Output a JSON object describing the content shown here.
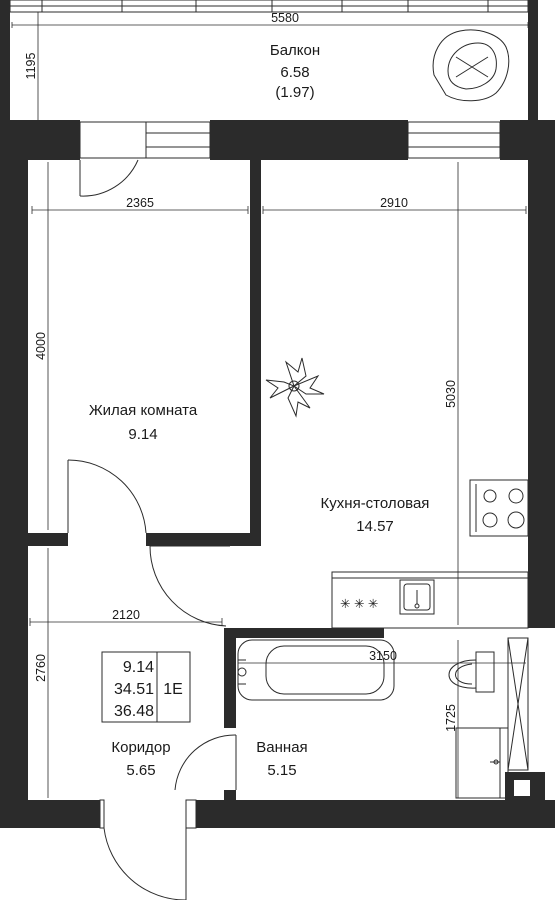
{
  "rooms": {
    "balcony": {
      "name": "Балкон",
      "area": "6.58",
      "area_sub": "(1.97)"
    },
    "living": {
      "name": "Жилая комната",
      "area": "9.14"
    },
    "kitchen": {
      "name": "Кухня-столовая",
      "area": "14.57"
    },
    "corridor": {
      "name": "Коридор",
      "area": "5.65"
    },
    "bath": {
      "name": "Ванная",
      "area": "5.15"
    }
  },
  "dimensions": {
    "balcony_width": "5580",
    "balcony_depth": "1195",
    "living_width": "2365",
    "living_height": "4000",
    "kitchen_width": "2910",
    "kitchen_height": "5030",
    "corridor_width": "2120",
    "corridor_height": "2760",
    "bath_width": "3150",
    "bath_height": "1725"
  },
  "summary": {
    "living_area": "9.14",
    "total_area": "34.51",
    "total_area_with_balcony": "36.48",
    "type": "1E"
  },
  "icons": [
    "armchair-icon",
    "plant-icon",
    "stove-icon",
    "sink-icon",
    "bathtub-icon",
    "toilet-icon",
    "washbasin-icon"
  ],
  "colors": {
    "wall": "#2b2b2b",
    "line": "#2b2b2b",
    "text": "#1a1a1a"
  }
}
